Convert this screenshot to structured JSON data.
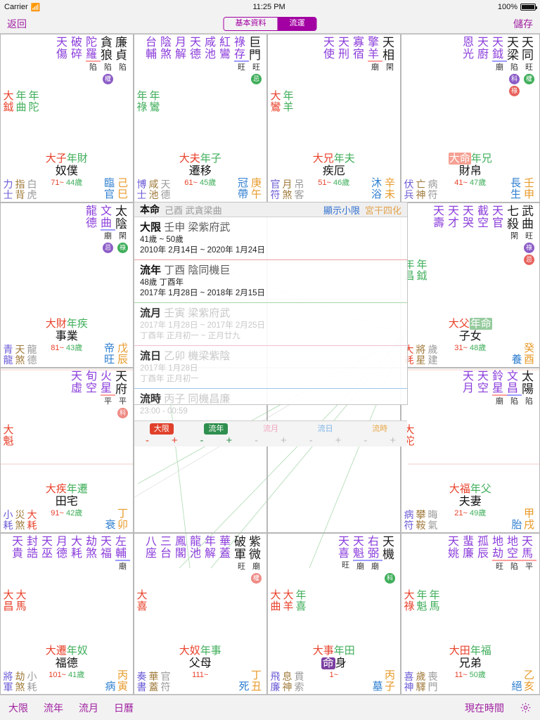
{
  "statusbar": {
    "carrier": "Carrier",
    "wifi_icon": "wifi-icon",
    "time": "11:25 PM",
    "battery": "100%"
  },
  "navbar": {
    "back": "返回",
    "save": "儲存",
    "segments": [
      {
        "label": "基本資料",
        "active": false
      },
      {
        "label": "流運",
        "active": true
      }
    ]
  },
  "overlay": {
    "header": {
      "title": "本命",
      "sub": "己酉 武貪梁曲",
      "link1": "顯示小限",
      "link2": "宮干四化"
    },
    "sections": [
      {
        "title": "大限",
        "sub": "壬申 梁紫府武",
        "line1": "41歲 ~ 50歲",
        "line2": "2010年 2月14日 ~ 2020年 1月24日",
        "dim": false
      },
      {
        "title": "流年",
        "sub": "丁酉 陰同機巨",
        "line1": "48歲 丁酉年",
        "line2": "2017年 1月28日 ~ 2018年 2月15日",
        "dim": false
      },
      {
        "title": "流月",
        "sub": "壬寅 梁紫府武",
        "line1": "2017年 1月28日 ~ 2017年 2月25日",
        "line2": "丁酉年 正月初一 ~ 正月廿九",
        "dim": true
      },
      {
        "title": "流日",
        "sub": "乙卯 機梁紫陰",
        "line1": "2017年 1月28日",
        "line2": "丁酉年 正月初一",
        "dim": true
      },
      {
        "title": "流時",
        "sub": "丙子 同機昌廉",
        "line1": "23:00 - 00:59",
        "line2": "",
        "dim": true
      }
    ],
    "footer": [
      {
        "label": "大限",
        "style": "red",
        "minus": "-",
        "plus": "+"
      },
      {
        "label": "流年",
        "style": "green",
        "minus": "-",
        "plus": "+"
      },
      {
        "label": "流月",
        "style": "pink",
        "minus": "-",
        "plus": "+"
      },
      {
        "label": "流日",
        "style": "blue",
        "minus": "-",
        "plus": "+"
      },
      {
        "label": "流時",
        "style": "orange",
        "minus": "-",
        "plus": "+"
      }
    ]
  },
  "toolbar": {
    "items": [
      "大限",
      "流年",
      "流月",
      "日曆"
    ],
    "now": "現在時間",
    "gear": "gear-icon"
  },
  "palaces": [
    {
      "id": "palace-si",
      "minor_stars": [
        "天傷",
        "破碎",
        "陀羅"
      ],
      "main_stars": [
        "貪狼",
        "廉貞"
      ],
      "brightness": [
        "陷",
        "陷",
        "陷"
      ],
      "sihua": [
        {
          "char": "權",
          "color": "purple",
          "col": 1
        }
      ],
      "underline": {
        "index": 2,
        "color": "red"
      },
      "mid_left": [
        "大鉞",
        "年曲",
        "年陀"
      ],
      "mid_left_colors": [
        "da",
        "nian",
        "nian"
      ],
      "tags": [
        {
          "t": "大子",
          "c": "da"
        },
        {
          "t": "年財",
          "c": "ni"
        }
      ],
      "name": "奴僕",
      "age_big": "71~",
      "age_small": "44歲",
      "gods": [
        "力士",
        "指背",
        "白虎"
      ],
      "god_colors": [
        "blue",
        "brown",
        "gray"
      ],
      "stage": "臨官",
      "ganzhi": "己巳"
    },
    {
      "id": "palace-wu",
      "minor_stars": [
        "台輔",
        "陰煞",
        "月解",
        "天德",
        "咸池",
        "紅鸞",
        "祿存"
      ],
      "main_stars": [
        "巨門"
      ],
      "brightness": [
        "旺",
        "旺"
      ],
      "sihua": [
        {
          "char": "忌",
          "color": "green",
          "col": 0
        }
      ],
      "underline": {
        "index": 6,
        "color": "blue"
      },
      "mid_left": [
        "年祿",
        "年鸞"
      ],
      "mid_left_colors": [
        "nian",
        "nian"
      ],
      "tags": [
        {
          "t": "大夫",
          "c": "da"
        },
        {
          "t": "年子",
          "c": "ni"
        }
      ],
      "name": "遷移",
      "age_big": "61~",
      "age_small": "45歲",
      "gods": [
        "博士",
        "咸池",
        "天德"
      ],
      "god_colors": [
        "blue",
        "brown",
        "gray"
      ],
      "stage": "冠帶",
      "ganzhi": "庚午"
    },
    {
      "id": "palace-wei",
      "minor_stars": [
        "天使",
        "天刑",
        "寡宿",
        "擎羊"
      ],
      "main_stars": [
        "天相"
      ],
      "brightness": [
        "廟",
        "閑"
      ],
      "sihua": [],
      "underline": {
        "index": 3,
        "color": "red"
      },
      "mid_left": [
        "大鸞",
        "年羊"
      ],
      "mid_left_colors": [
        "da",
        "nian"
      ],
      "tags": [
        {
          "t": "大兄",
          "c": "da"
        },
        {
          "t": "年夫",
          "c": "ni"
        }
      ],
      "name": "疾厄",
      "age_big": "51~",
      "age_small": "46歲",
      "gods": [
        "官符",
        "月煞",
        "吊客"
      ],
      "god_colors": [
        "blue",
        "brown",
        "gray"
      ],
      "stage": "沐浴",
      "ganzhi": "辛未"
    },
    {
      "id": "palace-shen",
      "minor_stars": [
        "恩光",
        "天廚",
        "天鉞"
      ],
      "main_stars": [
        "天梁",
        "天同"
      ],
      "brightness": [
        "廟",
        "陷",
        "旺"
      ],
      "sihua": [
        {
          "char": "科",
          "color": "purple",
          "col": 1
        },
        {
          "char": "權",
          "color": "green",
          "col": 0
        },
        {
          "char": "祿",
          "color": "red",
          "col": 1
        }
      ],
      "underline": {
        "index": 2,
        "color": "blue"
      },
      "mid_left": [],
      "mid_left_colors": [],
      "tags": [
        {
          "t": "大命",
          "c": "hl-red"
        },
        {
          "t": "年兄",
          "c": "ni"
        }
      ],
      "name": "財帛",
      "age_big": "41~",
      "age_small": "47歲",
      "gods": [
        "伏兵",
        "亡神",
        "病符"
      ],
      "god_colors": [
        "blue",
        "brown",
        "gray"
      ],
      "stage": "長生",
      "ganzhi": "壬申"
    },
    {
      "id": "palace-chen",
      "minor_stars": [
        "龍德",
        "文曲"
      ],
      "main_stars": [
        "太陰"
      ],
      "brightness": [
        "廟",
        "閑"
      ],
      "sihua": [
        {
          "char": "忌",
          "color": "purple",
          "col": 1
        },
        {
          "char": "祿",
          "color": "green",
          "col": 0
        }
      ],
      "underline": {
        "index": 1,
        "color": "blue"
      },
      "mid_left": [],
      "mid_left_colors": [],
      "tags": [
        {
          "t": "大財",
          "c": "da"
        },
        {
          "t": "年疾",
          "c": "ni"
        }
      ],
      "name": "事業",
      "age_big": "81~",
      "age_small": "43歲",
      "gods": [
        "青龍",
        "天煞",
        "龍德"
      ],
      "god_colors": [
        "blue",
        "brown",
        "gray"
      ],
      "stage": "帝旺",
      "ganzhi": "戊辰"
    },
    {
      "id": "palace-you",
      "minor_stars": [
        "天壽",
        "天才",
        "天哭",
        "截空",
        "天官"
      ],
      "main_stars": [
        "七殺",
        "武曲"
      ],
      "brightness": [
        "閑",
        "旺"
      ],
      "sihua": [
        {
          "char": "祿",
          "color": "purple",
          "col": 0
        },
        {
          "char": "忌",
          "color": "red",
          "col": 0
        }
      ],
      "underline": null,
      "mid_left": [
        "年昌",
        "年鉞"
      ],
      "mid_left_colors": [
        "nian",
        "nian"
      ],
      "tags": [
        {
          "t": "大父",
          "c": "da"
        },
        {
          "t": "年命",
          "c": "hl-green"
        }
      ],
      "name": "子女",
      "age_big": "31~",
      "age_small": "48歲",
      "gods": [
        "大耗",
        "將星",
        "歲建"
      ],
      "god_colors": [
        "red",
        "brown",
        "gray"
      ],
      "stage": "養",
      "ganzhi": "癸酉"
    },
    {
      "id": "palace-mao",
      "minor_stars": [
        "天虛",
        "旬空",
        "火星"
      ],
      "main_stars": [
        "天府"
      ],
      "brightness": [
        "平",
        "平"
      ],
      "sihua": [
        {
          "char": "科",
          "color": "pink",
          "col": 0
        }
      ],
      "underline": {
        "index": 2,
        "color": "red"
      },
      "mid_left": [
        "大魁"
      ],
      "mid_left_colors": [
        "da"
      ],
      "tags": [
        {
          "t": "大疾",
          "c": "da"
        },
        {
          "t": "年遷",
          "c": "ni"
        }
      ],
      "name": "田宅",
      "age_big": "91~",
      "age_small": "42歲",
      "gods": [
        "小耗",
        "災煞",
        "大耗"
      ],
      "god_colors": [
        "blue",
        "brown",
        "red"
      ],
      "stage": "衰",
      "ganzhi": "丁卯"
    },
    {
      "id": "palace-xu",
      "minor_stars": [
        "天月",
        "天空",
        "鈴星",
        "文昌"
      ],
      "main_stars": [
        "太陽"
      ],
      "brightness": [
        "廟",
        "陷",
        "陷"
      ],
      "sihua": [],
      "underline": {
        "index": 2,
        "color": "red"
      },
      "mid_left": [
        "大陀"
      ],
      "mid_left_colors": [
        "da"
      ],
      "tags": [
        {
          "t": "大福",
          "c": "da"
        },
        {
          "t": "年父",
          "c": "ni"
        }
      ],
      "name": "夫妻",
      "age_big": "21~",
      "age_small": "49歲",
      "gods": [
        "病符",
        "攀鞍",
        "晦氣"
      ],
      "god_colors": [
        "blue",
        "brown",
        "gray"
      ],
      "stage": "胎",
      "ganzhi": "甲戌"
    },
    {
      "id": "palace-yin",
      "minor_stars": [
        "天貴",
        "封誥",
        "天巫",
        "月德",
        "大耗",
        "劫煞",
        "天福",
        "左輔"
      ],
      "main_stars": [],
      "brightness": [
        "廟"
      ],
      "sihua": [],
      "underline": {
        "index": 7,
        "color": "blue"
      },
      "mid_left": [
        "大昌",
        "大馬"
      ],
      "mid_left_colors": [
        "da",
        "da"
      ],
      "tags": [
        {
          "t": "大遷",
          "c": "da"
        },
        {
          "t": "年奴",
          "c": "ni"
        }
      ],
      "name": "福德",
      "age_big": "101~",
      "age_small": "41歲",
      "gods": [
        "將軍",
        "劫煞",
        "小耗"
      ],
      "god_colors": [
        "blue",
        "brown",
        "gray"
      ],
      "stage": "病",
      "ganzhi": "丙寅"
    },
    {
      "id": "palace-chou",
      "minor_stars": [
        "八座",
        "三台",
        "鳳閣",
        "龍池",
        "年解",
        "華蓋"
      ],
      "main_stars": [
        "破軍",
        "紫微"
      ],
      "brightness": [
        "旺",
        "廟"
      ],
      "sihua": [
        {
          "char": "權",
          "color": "pink",
          "col": 1
        }
      ],
      "underline": null,
      "mid_left": [
        "大喜"
      ],
      "mid_left_colors": [
        "da"
      ],
      "tags": [
        {
          "t": "大奴",
          "c": "da"
        },
        {
          "t": "年事",
          "c": "ni"
        }
      ],
      "name": "父母",
      "age_big": "111~",
      "age_small": "",
      "gods": [
        "奏書",
        "華蓋",
        "官符"
      ],
      "god_colors": [
        "blue",
        "brown",
        "gray"
      ],
      "stage": "死",
      "ganzhi": "丁丑"
    },
    {
      "id": "palace-zi",
      "minor_stars": [
        "天喜",
        "天魁",
        "右弼"
      ],
      "main_stars": [
        "天機"
      ],
      "brightness": [
        "旺",
        "廟",
        "廟"
      ],
      "sihua": [
        {
          "char": "科",
          "color": "green",
          "col": 0
        }
      ],
      "underline": {
        "index": 1,
        "color": "blue"
      },
      "mid_left": [
        "大曲",
        "大羊",
        "年喜"
      ],
      "mid_left_colors": [
        "da",
        "da",
        "nian"
      ],
      "tags": [
        {
          "t": "大事",
          "c": "da"
        },
        {
          "t": "年田",
          "c": "ni"
        }
      ],
      "name": "命身",
      "name_boxed": "命",
      "age_big": "1~",
      "age_small": "",
      "gods": [
        "飛廉",
        "息神",
        "貫索"
      ],
      "god_colors": [
        "blue",
        "brown",
        "gray"
      ],
      "stage": "墓",
      "ganzhi": "丙子"
    },
    {
      "id": "palace-hai",
      "minor_stars": [
        "天姚",
        "蜚廉",
        "孤辰",
        "地劫",
        "地空",
        "天馬"
      ],
      "main_stars": [],
      "brightness": [
        "旺",
        "陷",
        "平"
      ],
      "sihua": [],
      "underline": {
        "index": 3,
        "color": "red"
      },
      "mid_left": [
        "大祿",
        "年魁",
        "年馬"
      ],
      "mid_left_colors": [
        "da",
        "nian",
        "nian"
      ],
      "tags": [
        {
          "t": "大田",
          "c": "da"
        },
        {
          "t": "年福",
          "c": "ni"
        }
      ],
      "name": "兄弟",
      "age_big": "11~",
      "age_small": "50歲",
      "gods": [
        "喜神",
        "歲驛",
        "喪門"
      ],
      "god_colors": [
        "blue",
        "brown",
        "gray"
      ],
      "stage": "絕",
      "ganzhi": "乙亥"
    }
  ],
  "colors": {
    "accent": "#a200a2",
    "da_red": "#e8402a",
    "nian_green": "#3fae5a",
    "minor_star_purple": "#8b3ddb",
    "link_blue": "#2f6fd0"
  }
}
